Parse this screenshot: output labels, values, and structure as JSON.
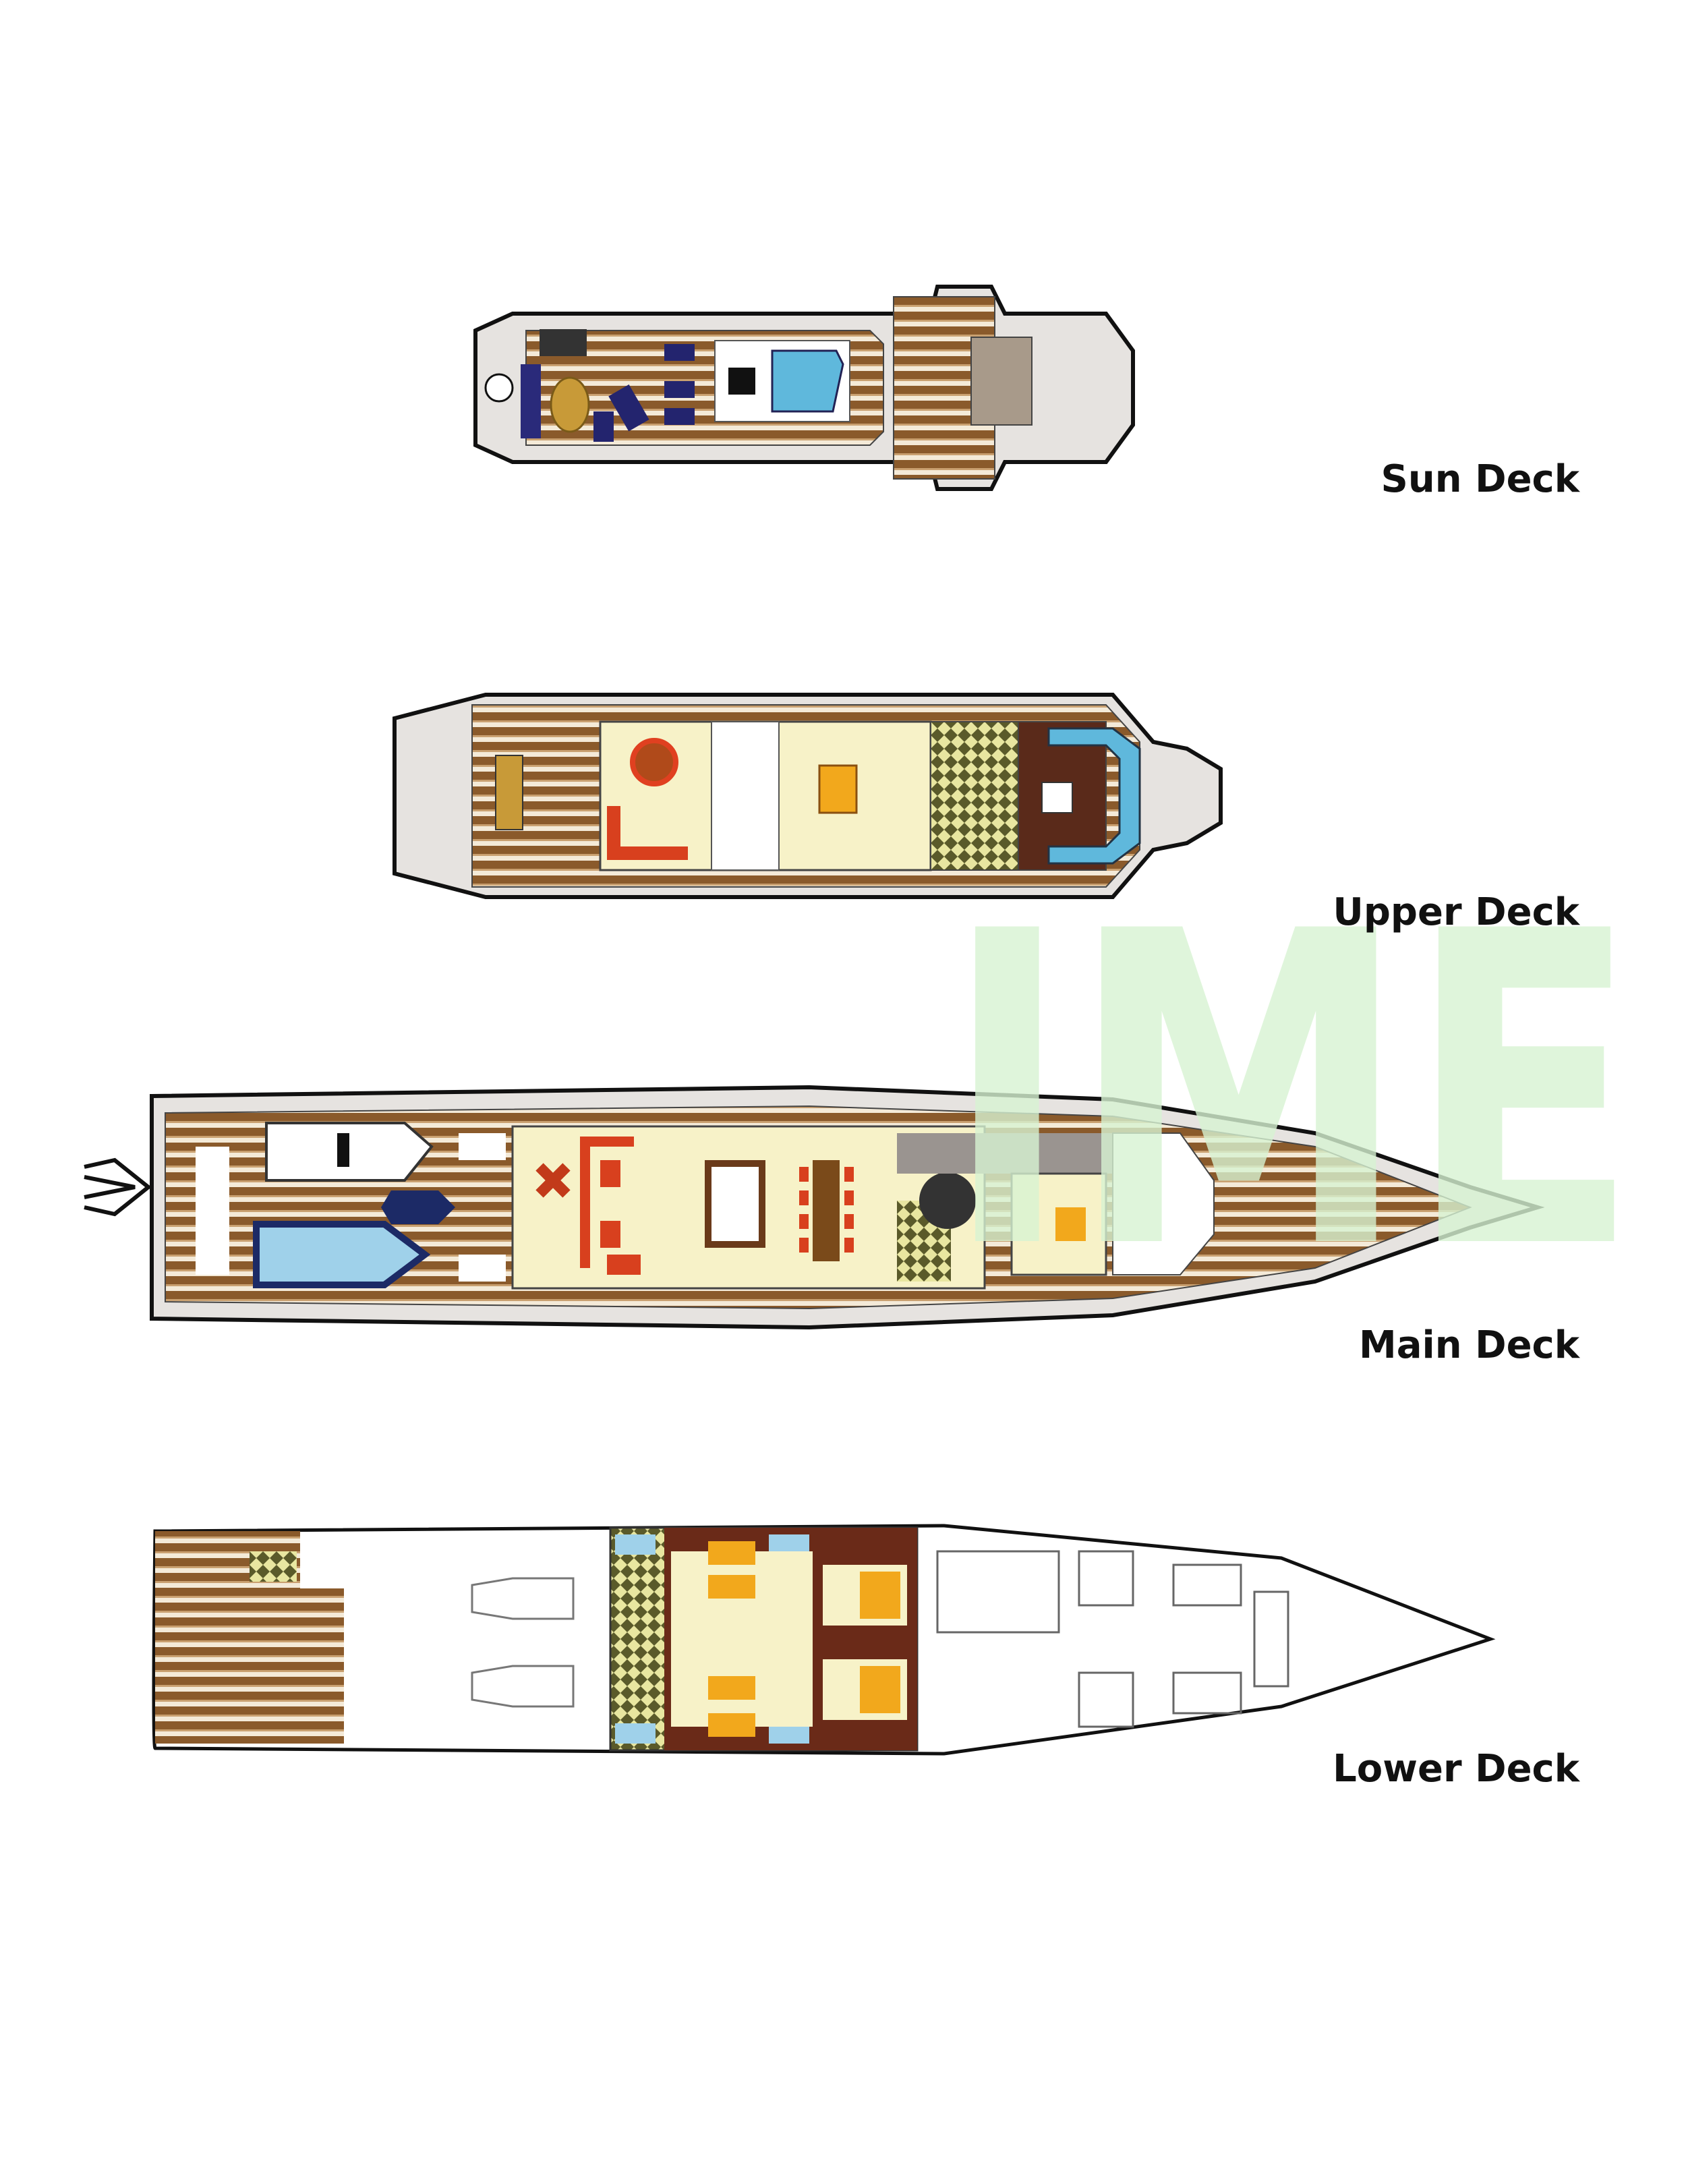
{
  "decks": [
    {
      "name": "Sun Deck"
    },
    {
      "name": "Upper Deck"
    },
    {
      "name": "Main Deck"
    },
    {
      "name": "Lower Deck"
    }
  ],
  "watermark": "IME",
  "colors": {
    "teak_dark": "#8a5a2b",
    "teak_light": "#f4ead8",
    "hull_grey": "#e6e3e0",
    "interior_cream": "#f7f2c8",
    "sofa_red": "#d8401e",
    "bed_yellow": "#f2a81c",
    "pool_blue": "#5fb8dc",
    "watermark_green": "#d7f3d2"
  }
}
